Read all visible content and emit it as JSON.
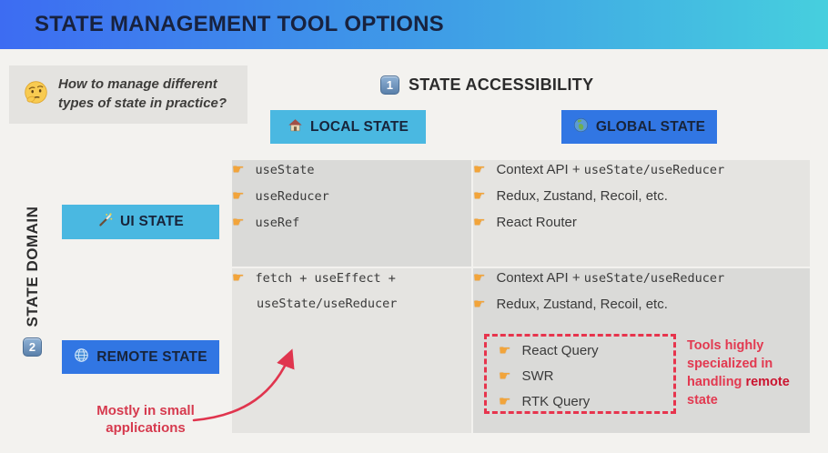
{
  "header": {
    "title_pre": "STATE MANAGEMENT ",
    "title_bold": "TOOL",
    "title_post": " OPTIONS"
  },
  "question": {
    "icon": "thinking-face",
    "text": "How to manage different types of state in practice?"
  },
  "axes": {
    "accessibility": {
      "keycap": "1",
      "label": "STATE ACCESSIBILITY"
    },
    "domain": {
      "keycap": "2",
      "label": "STATE DOMAIN"
    }
  },
  "columns": {
    "local": {
      "icon": "house",
      "label": "LOCAL STATE"
    },
    "global": {
      "icon": "globe-europe",
      "label": "GLOBAL STATE"
    }
  },
  "rows": {
    "ui": {
      "icon": "magic-wand",
      "label": "UI STATE"
    },
    "remote": {
      "icon": "globe-meridians",
      "label": "REMOTE STATE"
    }
  },
  "icons": {
    "pointer": "☛"
  },
  "grid": {
    "ui_local": {
      "items": [
        {
          "code": "useState"
        },
        {
          "code": "useReducer"
        },
        {
          "code": "useRef"
        }
      ]
    },
    "ui_global": {
      "items": [
        {
          "text": "Context API + ",
          "code": "useState/useReducer"
        },
        {
          "text": "Redux, Zustand, Recoil, etc."
        },
        {
          "text": "React Router"
        }
      ]
    },
    "remote_local": {
      "item": {
        "code_line1": "fetch + useEffect +",
        "code_line2": "useState/useReducer"
      }
    },
    "remote_global": {
      "items": [
        {
          "text": "Context API + ",
          "code": "useState/useReducer"
        },
        {
          "text": "Redux, Zustand, Recoil, etc."
        }
      ],
      "boxed_items": [
        {
          "text": "React Query"
        },
        {
          "text": "SWR"
        },
        {
          "text": "RTK Query"
        }
      ]
    }
  },
  "annotations": {
    "specialized_pre": "Tools highly specialized in handling ",
    "specialized_bold": "remote",
    "specialized_post": " state",
    "mostly": "Mostly in small applications"
  },
  "colors": {
    "header_gradient_from": "#3d6cf2",
    "header_gradient_to": "#46cfde",
    "chip_cyan": "#4ab8e1",
    "chip_blue": "#3176e3",
    "cell_dark": "#dadad8",
    "cell_light": "#e5e4e1",
    "annotation_red": "#e7344d",
    "pointer_orange": "#f2a43a"
  }
}
